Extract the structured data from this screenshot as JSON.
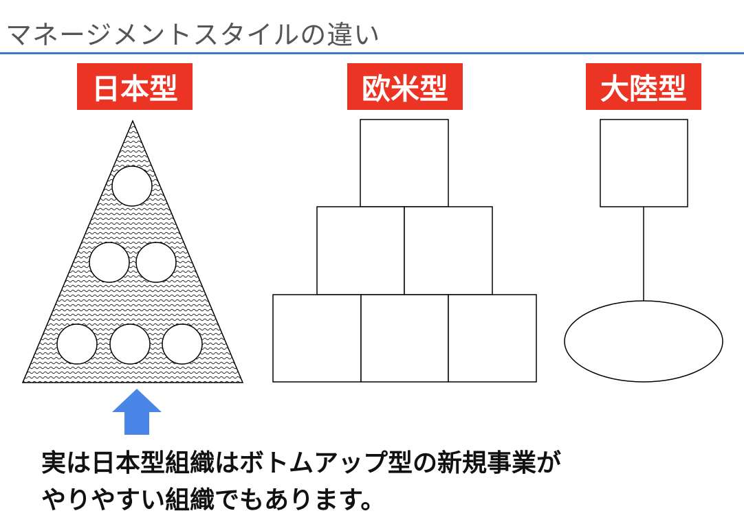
{
  "title": "マネージメントスタイルの違い",
  "colors": {
    "title_text": "#555555",
    "title_rule": "#3a7cc4",
    "label_background": "#ec3424",
    "label_text": "#ffffff",
    "arrow": "#4a86e8",
    "caption_text": "#111111"
  },
  "models": [
    {
      "label": "日本型",
      "shape": "triangle with circles"
    },
    {
      "label": "欧米型",
      "shape": "stacked boxes"
    },
    {
      "label": "大陸型",
      "shape": "box on ellipse"
    }
  ],
  "arrow_icon": "up-arrow-icon",
  "caption": {
    "line1": "実は日本型組織はボトムアップ型の新規事業が",
    "line2": "やりやすい組織でもあります。"
  }
}
